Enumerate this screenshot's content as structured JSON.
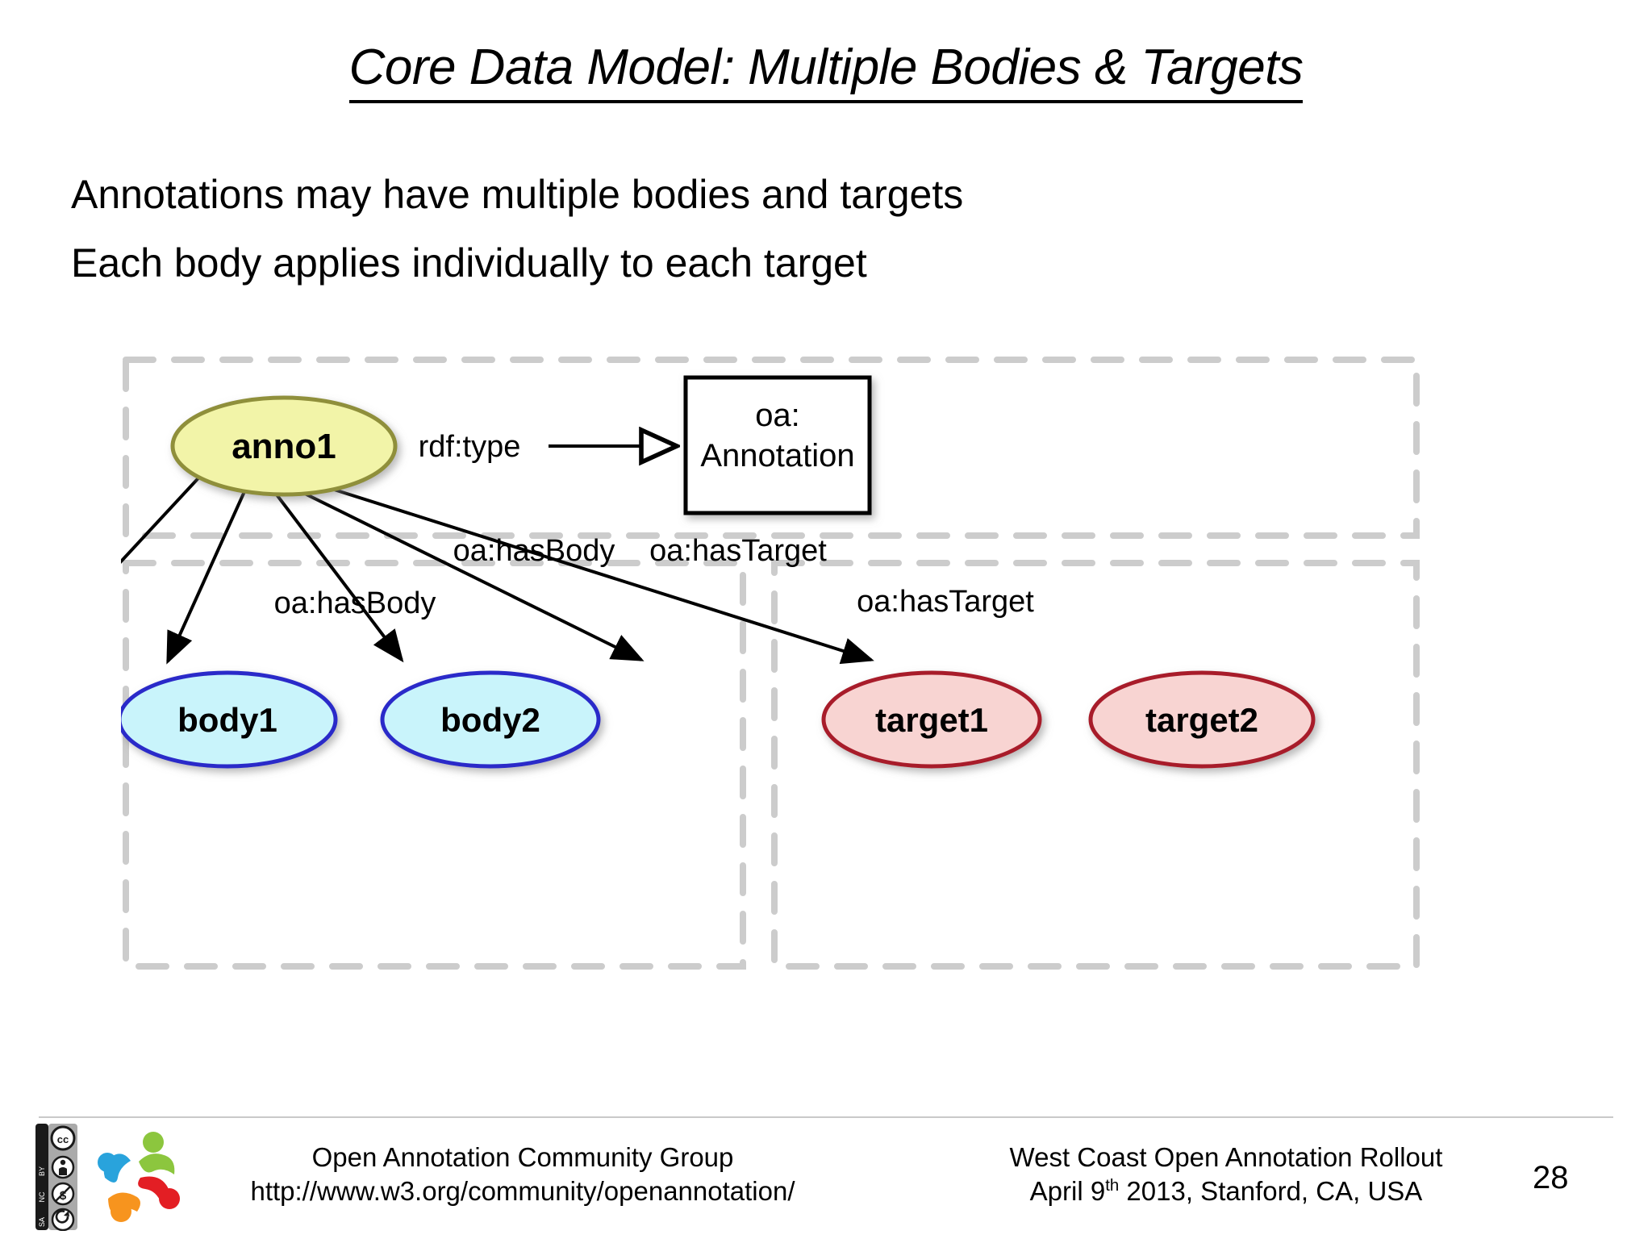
{
  "slide": {
    "title": "Core Data Model: Multiple Bodies & Targets",
    "bullets": [
      "Annotations may have multiple bodies and targets",
      "Each body applies individually to each target"
    ],
    "number": "28"
  },
  "diagram": {
    "nodes": {
      "anno1": {
        "label": "anno1",
        "shape": "ellipse",
        "fill": "#f2f4a8",
        "stroke": "#8f8f3a"
      },
      "annotation_class": {
        "line1": "oa:",
        "line2": "Annotation",
        "shape": "rect",
        "fill": "#ffffff",
        "stroke": "#000000"
      },
      "body1": {
        "label": "body1",
        "shape": "ellipse",
        "fill": "#c9f4fb",
        "stroke": "#2b2bc9"
      },
      "body2": {
        "label": "body2",
        "shape": "ellipse",
        "fill": "#c9f4fb",
        "stroke": "#2b2bc9"
      },
      "target1": {
        "label": "target1",
        "shape": "ellipse",
        "fill": "#f8d4d2",
        "stroke": "#a81f2c"
      },
      "target2": {
        "label": "target2",
        "shape": "ellipse",
        "fill": "#f8d4d2",
        "stroke": "#a81f2c"
      }
    },
    "edges": [
      {
        "from": "anno1",
        "to": "annotation_class",
        "label": "rdf:type"
      },
      {
        "from": "anno1",
        "to": "body1",
        "label": "oa:hasBody"
      },
      {
        "from": "anno1",
        "to": "body2",
        "label": "oa:hasBody"
      },
      {
        "from": "anno1",
        "to": "target1",
        "label": "oa:hasTarget"
      },
      {
        "from": "anno1",
        "to": "target2",
        "label": "oa:hasTarget"
      }
    ],
    "groups": [
      {
        "name": "annotation-group",
        "style": "dashed",
        "color": "#cccccc"
      },
      {
        "name": "bodies-group",
        "style": "dashed",
        "color": "#cccccc"
      },
      {
        "name": "targets-group",
        "style": "dashed",
        "color": "#cccccc"
      }
    ]
  },
  "footer": {
    "left_line1": "Open Annotation Community Group",
    "left_line2": "http://www.w3.org/community/openannotation/",
    "right_line1": "West Coast Open Annotation Rollout",
    "right_line2_pre": "April 9",
    "right_line2_sup": "th",
    "right_line2_post": " 2013, Stanford, CA, USA",
    "license_badge": "cc-by-nc-sa",
    "license_terms": [
      "BY",
      "NC",
      "SA"
    ],
    "logo": "open-annotation-people-logo"
  }
}
